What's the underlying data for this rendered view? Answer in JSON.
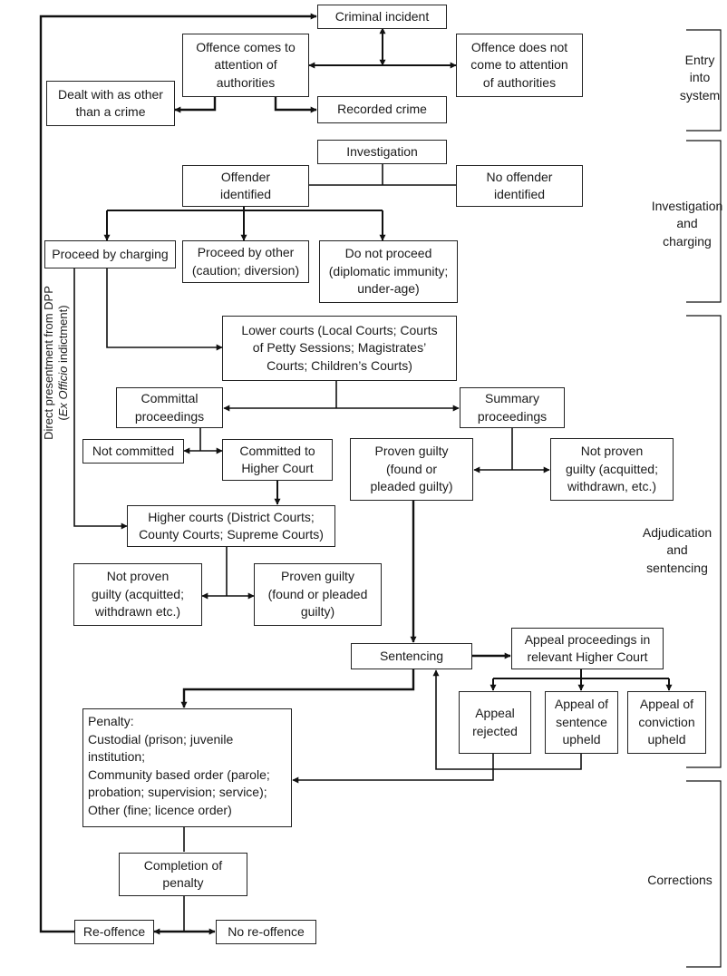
{
  "diagram": {
    "nodes": {
      "criminal_incident": "Criminal incident",
      "offence_comes": "Offence comes to\nattention of\nauthorities",
      "offence_not": "Offence does not\ncome to attention\nof authorities",
      "dealt_with": "Dealt with as other\nthan a crime",
      "recorded_crime": "Recorded crime",
      "investigation": "Investigation",
      "offender_identified": "Offender\nidentified",
      "no_offender": "No offender\nidentified",
      "proceed_charging": "Proceed by charging",
      "proceed_other": "Proceed by other\n(caution; diversion)",
      "do_not_proceed": "Do not proceed\n(diplomatic immunity;\nunder-age)",
      "lower_courts": "Lower courts (Local Courts; Courts\nof Petty Sessions; Magistrates’\nCourts; Children’s Courts)",
      "committal": "Committal\nproceedings",
      "summary": "Summary\nproceedings",
      "not_committed": "Not committed",
      "committed_higher": "Committed to\nHigher Court",
      "proven_guilty_lower": "Proven guilty\n(found or\npleaded guilty)",
      "not_proven_lower": "Not proven\nguilty (acquitted;\nwithdrawn, etc.)",
      "higher_courts": "Higher courts (District Courts;\nCounty Courts; Supreme Courts)",
      "not_proven_higher": "Not proven\nguilty (acquitted;\nwithdrawn etc.)",
      "proven_guilty_higher": "Proven guilty\n(found or pleaded\nguilty)",
      "sentencing": "Sentencing",
      "appeal_proceedings": "Appeal proceedings in\nrelevant Higher Court",
      "appeal_rejected": "Appeal\nrejected",
      "appeal_sentence": "Appeal of\nsentence\nupheld",
      "appeal_conviction": "Appeal of\nconviction\nupheld",
      "penalty": "Penalty:\nCustodial (prison; juvenile\ninstitution;\nCommunity based order (parole;\nprobation; supervision; service);\nOther (fine; licence order)",
      "completion": "Completion of\npenalty",
      "re_offence": "Re-offence",
      "no_re_offence": "No re-offence"
    },
    "stages": {
      "entry": "Entry\ninto\nsystem",
      "investigation": "Investigation\nand\ncharging",
      "adjudication": "Adjudication\nand\nsentencing",
      "corrections": "Corrections"
    },
    "side_label": {
      "line1": "Direct presentment from DPP",
      "italic": "Ex Officio",
      "line2_rest": " indictment)"
    }
  }
}
